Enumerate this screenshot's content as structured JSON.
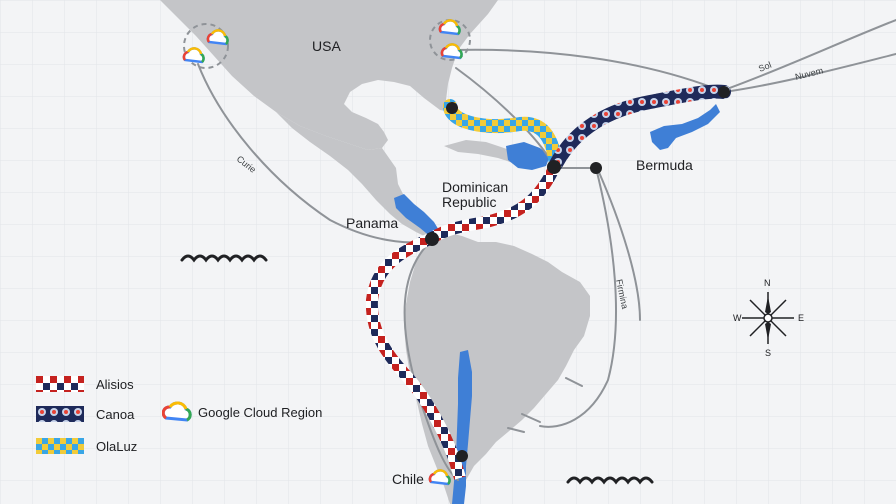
{
  "labels": {
    "usa": "USA",
    "dominican": "Dominican",
    "republic": "Republic",
    "panama": "Panama",
    "bermuda": "Bermuda",
    "chile": "Chile"
  },
  "cables": {
    "curie": "Curie",
    "sol": "Sol",
    "nuvem": "Nuvem",
    "firmina": "Firmina"
  },
  "compass": {
    "n": "N",
    "s": "S",
    "e": "E",
    "w": "W"
  },
  "legend": {
    "alisios": "Alisios",
    "canoa": "Canoa",
    "olaluz": "OlaLuz",
    "cloud_region": "Google Cloud Region"
  },
  "colors": {
    "ocean": "#f3f4f6",
    "land": "#c4c5c8",
    "highlight_land": "#3f7fd6",
    "cable_grey": "#8f9398",
    "alisios_red": "#c5221f",
    "alisios_navy": "#1e2a5a",
    "canoa_navy": "#1e2a5a",
    "canoa_light": "#c7d3ea",
    "olaluz_blue": "#39a6e6",
    "olaluz_yellow": "#f1cb3a",
    "google_blue": "#4285f4",
    "google_red": "#ea4335",
    "google_yellow": "#fbbc04",
    "google_green": "#34a853"
  },
  "icons": [
    "google-cloud-icon",
    "wave-icon",
    "compass-rose-icon",
    "landing-point-icon"
  ]
}
